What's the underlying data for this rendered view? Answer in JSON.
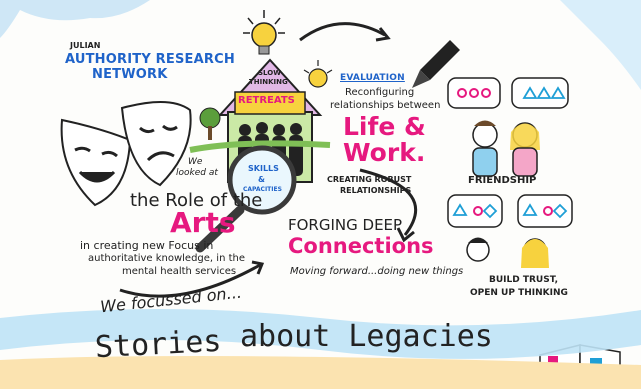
{
  "header": {
    "julian": "JULIAN",
    "authority_line1": "AUTHORITY RESEARCH",
    "authority_line2": "NETWORK"
  },
  "center": {
    "sign_line1": "SLOW",
    "sign_line2": "THINKING",
    "retreats": "RETREATS",
    "skills_line1": "SKILLS",
    "skills_line2": "&",
    "skills_line3": "CAPACITIES"
  },
  "evaluation": {
    "title": "EVALUATION",
    "line1": "Reconfiguring",
    "line2": "relationships between",
    "life": "Life &",
    "work": "Work.",
    "robust_line1": "CREATING ROBUST",
    "robust_line2": "RELATIONSHIPS"
  },
  "left": {
    "we_looked_line1": "We",
    "we_looked_line2": "looked at",
    "role": "the Role of the",
    "arts": "Arts",
    "focus_line1": "in creating new Focus in",
    "focus_line2": "authoritative knowledge, in the",
    "focus_line3": "mental health services",
    "we_focussed": "We focussed on..."
  },
  "forging": {
    "line1": "FORGING DEEP",
    "connections": "Connections",
    "moving": "Moving forward...doing new things"
  },
  "right": {
    "friendship": "FRIENDSHIP",
    "build_line1": "BUILD TRUST,",
    "build_line2": "OPEN UP THINKING"
  },
  "footer": {
    "stories": "Stories",
    "about": "about Legacies"
  },
  "colors": {
    "blue": "#1f63c9",
    "magenta": "#e6197f",
    "cyan": "#4fc3e6",
    "yellow": "#f7d23e"
  }
}
